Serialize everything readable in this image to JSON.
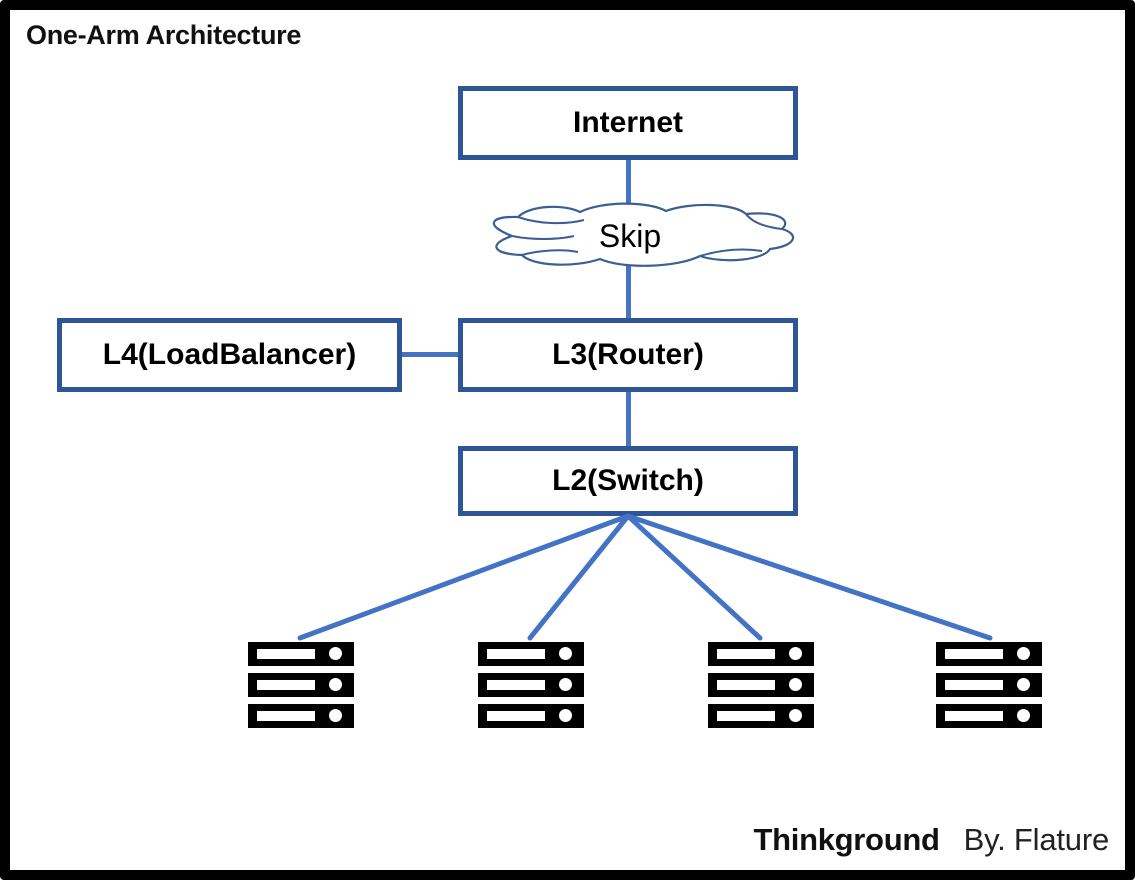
{
  "diagram": {
    "title": "One-Arm Architecture",
    "colors": {
      "box_border": "#2E5596",
      "link": "#4472C4",
      "cloud_stroke": "#3C5E93",
      "frame": "#000000",
      "text": "#000000"
    },
    "nodes": {
      "internet": "Internet",
      "cloud": "Skip",
      "l4": "L4(LoadBalancer)",
      "l3": "L3(Router)",
      "l2": "L2(Switch)"
    },
    "servers": [
      {
        "id": "server-group-1",
        "units": 3
      },
      {
        "id": "server-group-2",
        "units": 3
      },
      {
        "id": "server-group-3",
        "units": 3
      },
      {
        "id": "server-group-4",
        "units": 3
      }
    ]
  },
  "footer": {
    "brand": "Thinkground",
    "author": "By. Flature"
  }
}
